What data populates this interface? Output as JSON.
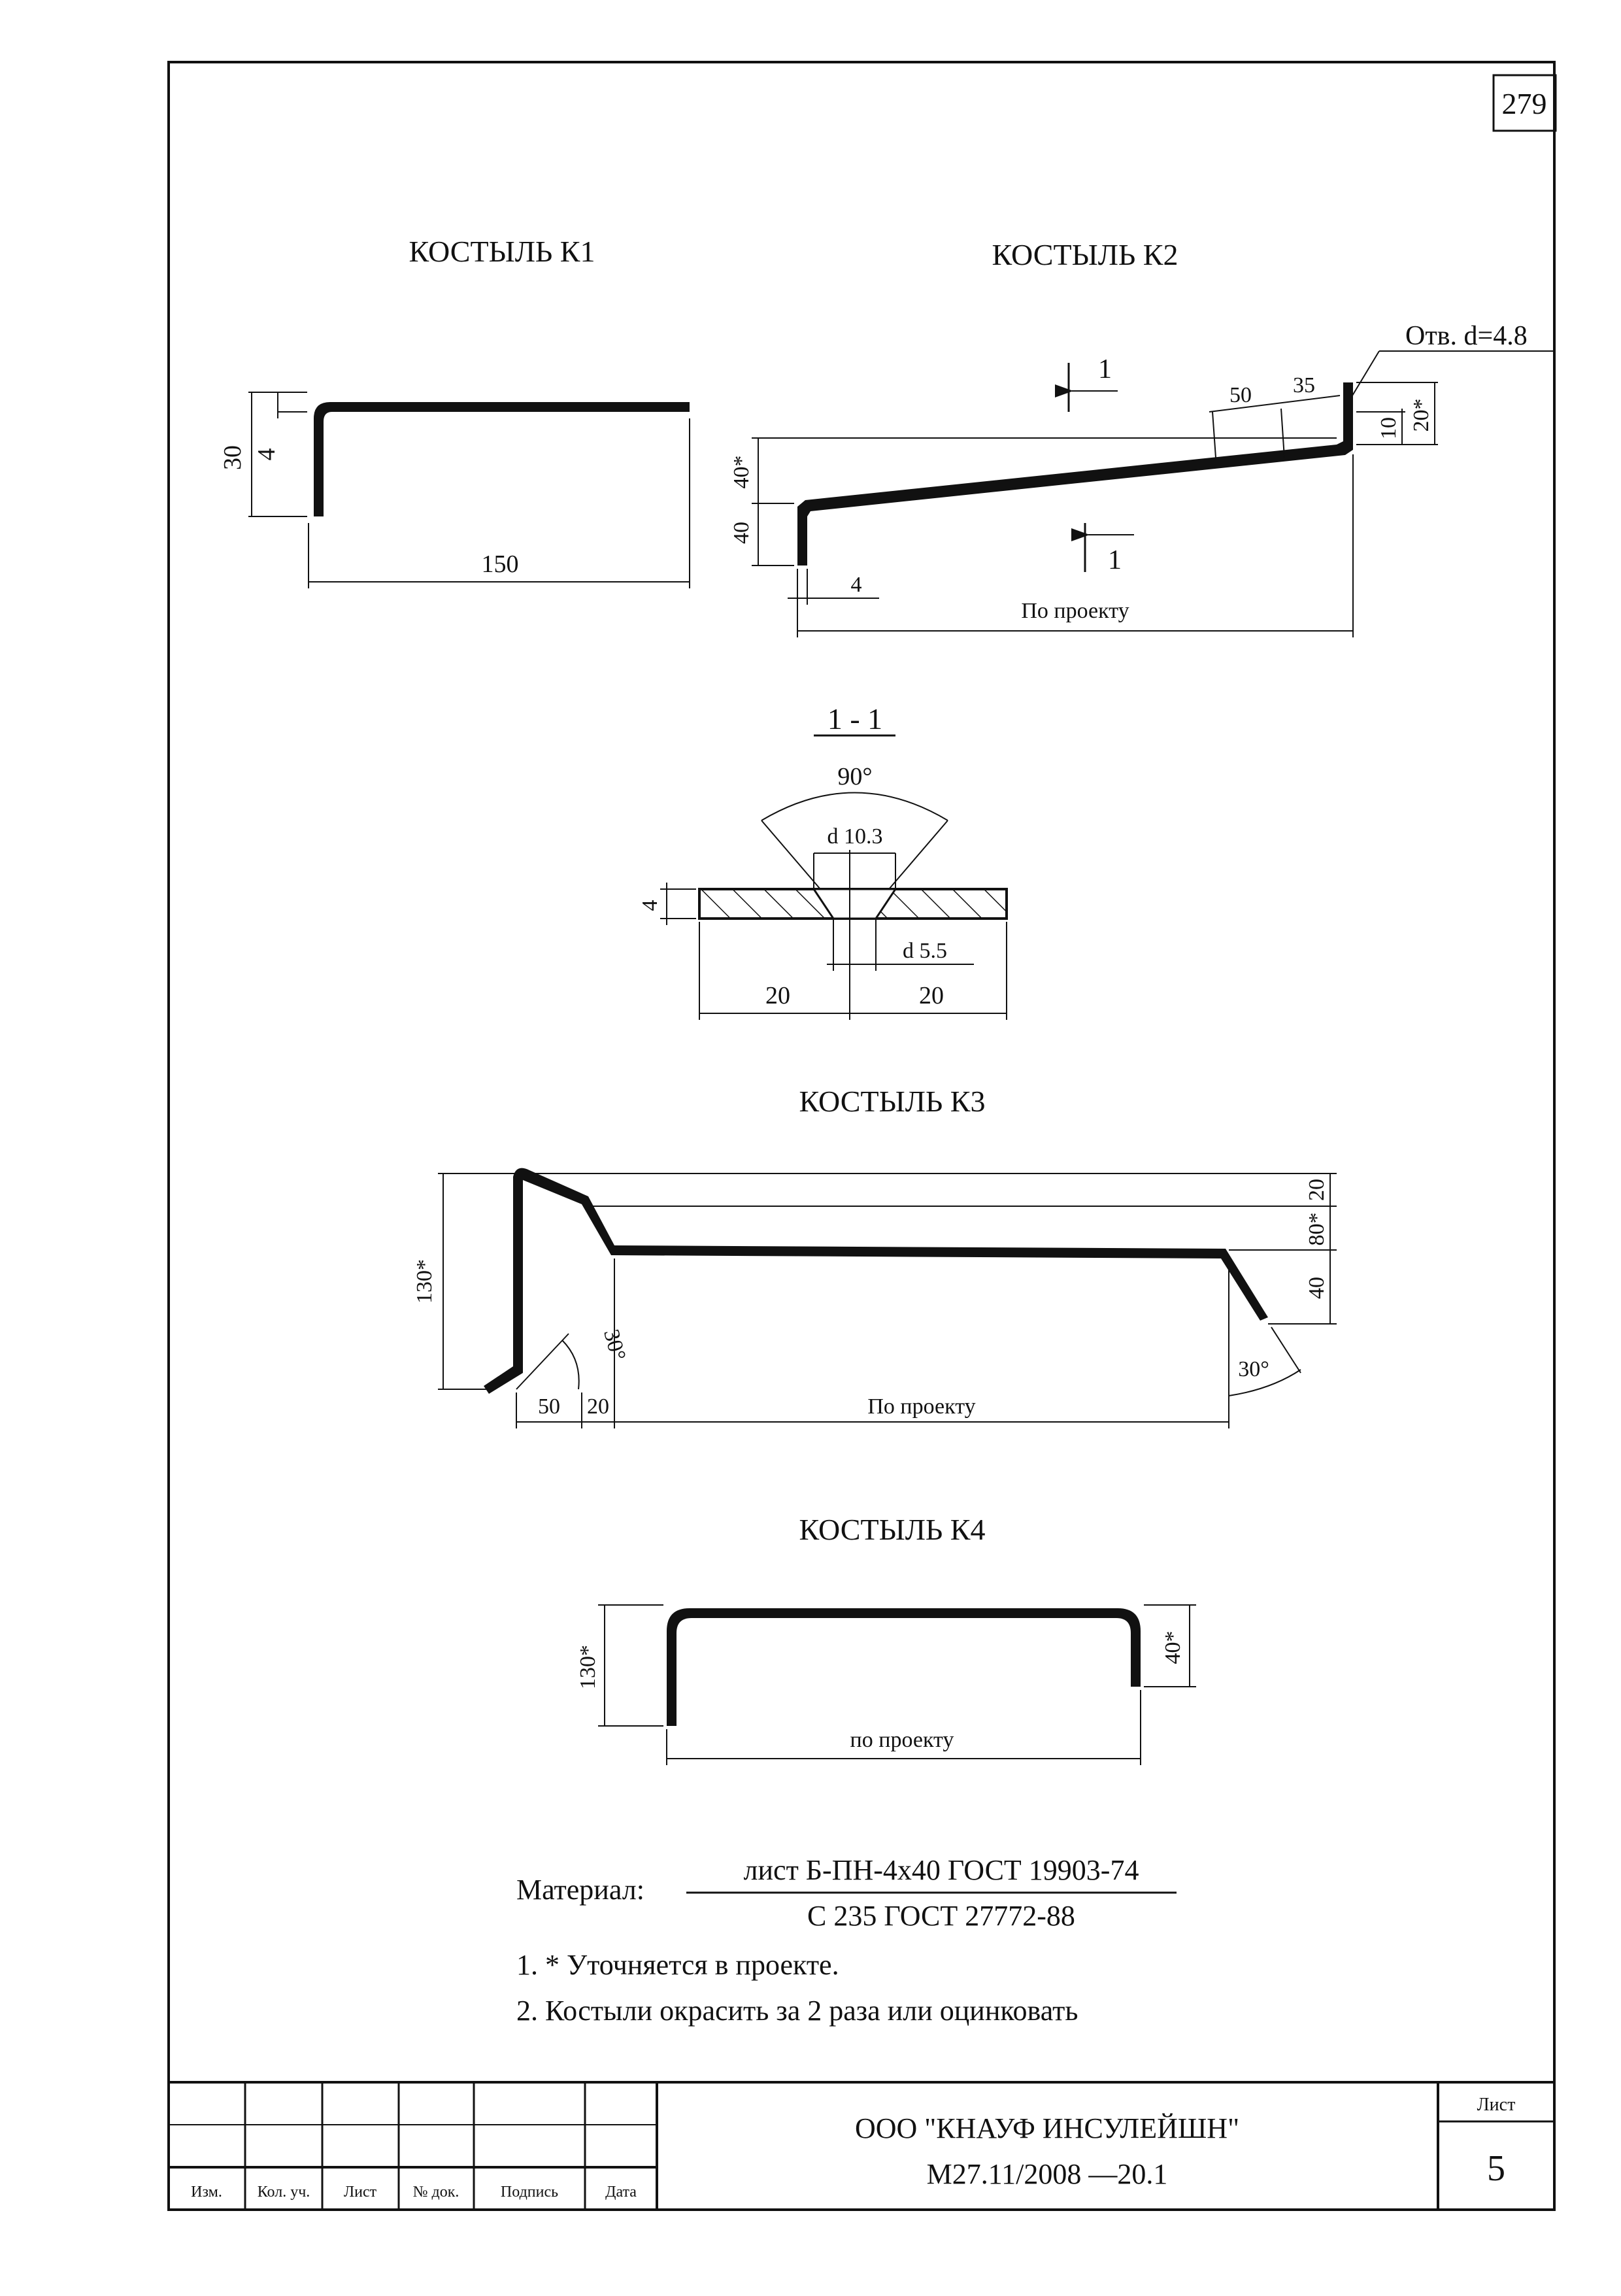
{
  "page_number": "279",
  "k1": {
    "title": "КОСТЫЛЬ К1",
    "dim_height": "30",
    "dim_thickness": "4",
    "dim_length": "150"
  },
  "k2": {
    "title": "КОСТЫЛЬ К2",
    "hole_label": "Отв. d=4.8",
    "section_mark": "1",
    "dim_50": "50",
    "dim_35": "35",
    "dim_10": "10",
    "dim_20s": "20*",
    "dim_40s": "40*",
    "dim_40": "40",
    "dim_4": "4",
    "dim_length": "По проекту"
  },
  "section": {
    "title": "1 - 1",
    "angle": "90°",
    "d_top": "d 10.3",
    "d_bottom": "d 5.5",
    "thickness": "4",
    "half_left": "20",
    "half_right": "20"
  },
  "k3": {
    "title": "КОСТЫЛЬ К3",
    "dim_130s": "130*",
    "dim_20": "20",
    "dim_80s": "80*",
    "dim_40": "40",
    "angle_left": "30°",
    "angle_right": "30°",
    "dim_50": "50",
    "dim_20b": "20",
    "dim_length": "По проекту"
  },
  "k4": {
    "title": "КОСТЫЛЬ К4",
    "dim_130s": "130*",
    "dim_40s": "40*",
    "dim_length": "по проекту"
  },
  "material": {
    "label": "Материал:",
    "numerator": "лист Б-ПН-4х40 ГОСТ 19903-74",
    "denominator": "С 235 ГОСТ 27772-88"
  },
  "notes": [
    "1. * Уточняется в проекте.",
    "2. Костыли окрасить за 2 раза или оцинковать"
  ],
  "stamp": {
    "columns": [
      "Изм.",
      "Кол. уч.",
      "Лист",
      "№ док.",
      "Подпись",
      "Дата"
    ],
    "company": "ООО \"КНАУФ ИНСУЛЕЙШН\"",
    "code": "М27.11/2008 —20.1",
    "sheet_label": "Лист",
    "sheet_number": "5"
  }
}
